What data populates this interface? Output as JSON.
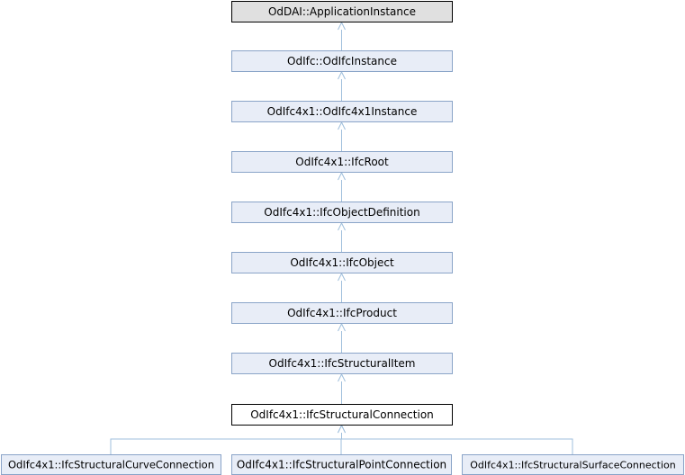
{
  "colors": {
    "root_fill": "#e0e0e0",
    "root_stroke": "#000000",
    "base_fill": "#e8edf7",
    "base_stroke": "#8aa4c8",
    "current_fill": "#ffffff",
    "current_stroke": "#000000",
    "child_fill": "#e8edf7",
    "child_stroke": "#8aa4c8",
    "edge": "#9fbfdc"
  },
  "nodes": [
    {
      "id": "n0",
      "label": "OdDAI::ApplicationInstance",
      "kind": "root"
    },
    {
      "id": "n1",
      "label": "OdIfc::OdIfcInstance",
      "kind": "base"
    },
    {
      "id": "n2",
      "label": "OdIfc4x1::OdIfc4x1Instance",
      "kind": "base"
    },
    {
      "id": "n3",
      "label": "OdIfc4x1::IfcRoot",
      "kind": "base"
    },
    {
      "id": "n4",
      "label": "OdIfc4x1::IfcObjectDefinition",
      "kind": "base"
    },
    {
      "id": "n5",
      "label": "OdIfc4x1::IfcObject",
      "kind": "base"
    },
    {
      "id": "n6",
      "label": "OdIfc4x1::IfcProduct",
      "kind": "base"
    },
    {
      "id": "n7",
      "label": "OdIfc4x1::IfcStructuralItem",
      "kind": "base"
    },
    {
      "id": "n8",
      "label": "OdIfc4x1::IfcStructuralConnection",
      "kind": "current"
    },
    {
      "id": "n9",
      "label": "OdIfc4x1::IfcStructuralCurveConnection",
      "kind": "child"
    },
    {
      "id": "n10",
      "label": "OdIfc4x1::IfcStructuralPointConnection",
      "kind": "child"
    },
    {
      "id": "n11",
      "label": "OdIfc4x1::IfcStructuralSurfaceConnection",
      "kind": "child"
    }
  ],
  "edges": [
    {
      "from": "n1",
      "to": "n0"
    },
    {
      "from": "n2",
      "to": "n1"
    },
    {
      "from": "n3",
      "to": "n2"
    },
    {
      "from": "n4",
      "to": "n3"
    },
    {
      "from": "n5",
      "to": "n4"
    },
    {
      "from": "n6",
      "to": "n5"
    },
    {
      "from": "n7",
      "to": "n6"
    },
    {
      "from": "n8",
      "to": "n7"
    },
    {
      "from": "n9",
      "to": "n8"
    },
    {
      "from": "n10",
      "to": "n8"
    },
    {
      "from": "n11",
      "to": "n8"
    }
  ]
}
